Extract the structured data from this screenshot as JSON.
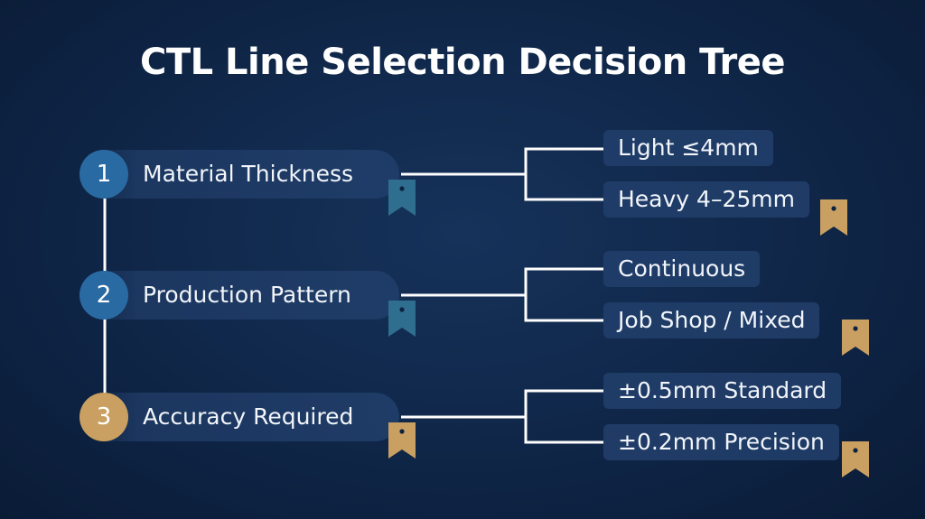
{
  "title": "CTL Line Selection Decision Tree",
  "colors": {
    "background": "#10284b",
    "accent_blue": "#2a6aa2",
    "accent_gold": "#c9a061",
    "tag_teal": "#2f6e8f",
    "line": "#ffffff"
  },
  "criteria": [
    {
      "number": "1",
      "label": "Material Thickness",
      "options": [
        "Light ≤4mm",
        "Heavy 4–25mm"
      ]
    },
    {
      "number": "2",
      "label": "Production Pattern",
      "options": [
        "Continuous",
        "Job Shop / Mixed"
      ]
    },
    {
      "number": "3",
      "label": "Accuracy Required",
      "options": [
        "±0.5mm Standard",
        "±0.2mm Precision"
      ]
    }
  ],
  "icons": {
    "tag": "bookmark-tag-icon"
  }
}
